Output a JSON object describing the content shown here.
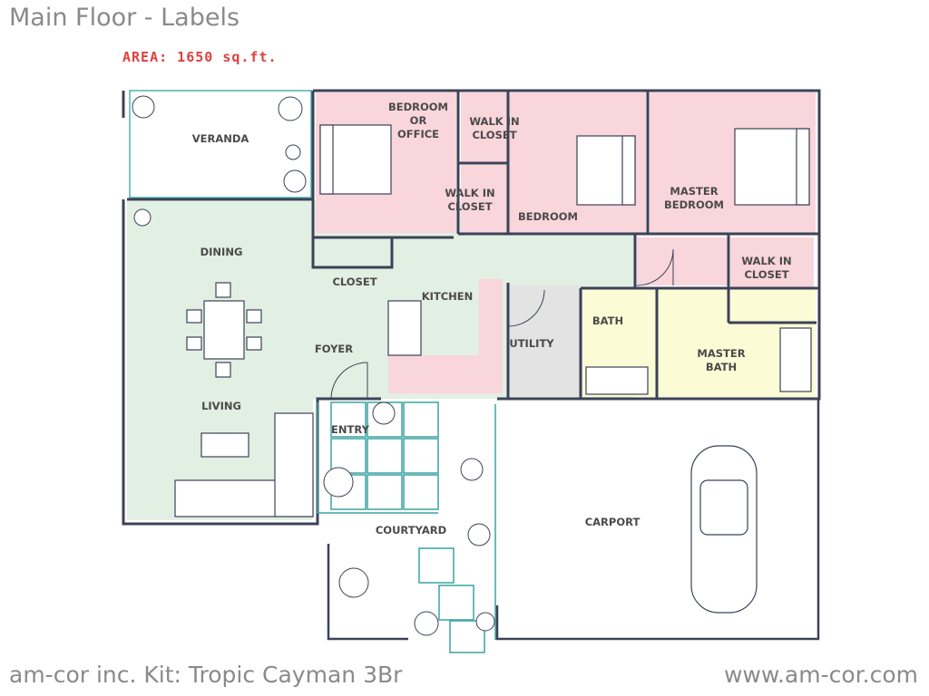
{
  "header": {
    "title": "Main Floor - Labels",
    "area": "AREA: 1650 sq.ft."
  },
  "footer": {
    "company": "am-cor inc. Kit: Tropic Cayman 3Br",
    "website": "www.am-cor.com"
  },
  "rooms": {
    "veranda": "VERANDA",
    "bedroom_office_1": "BEDROOM",
    "bedroom_office_2": "OR",
    "bedroom_office_3": "OFFICE",
    "walk_in_closet_a_1": "WALK IN",
    "walk_in_closet_a_2": "CLOSET",
    "walk_in_closet_b_1": "WALK IN",
    "walk_in_closet_b_2": "CLOSET",
    "bedroom": "BEDROOM",
    "master_bedroom_1": "MASTER",
    "master_bedroom_2": "BEDROOM",
    "dining": "DINING",
    "closet": "CLOSET",
    "kitchen": "KITCHEN",
    "foyer": "FOYER",
    "utility": "UTILITY",
    "bath": "BATH",
    "walk_in_closet_c_1": "WALK IN",
    "walk_in_closet_c_2": "CLOSET",
    "master_bath_1": "MASTER",
    "master_bath_2": "BATH",
    "living": "LIVING",
    "entry": "ENTRY",
    "courtyard": "COURTYARD",
    "carport": "CARPORT"
  },
  "colors": {
    "bedrooms": "#f9d5dc",
    "living": "#e2efe3",
    "bath": "#fbfbd5",
    "utility": "#e3e3e3",
    "wall": "#3c4257",
    "courtyard_tile": "#3aa3a3"
  }
}
